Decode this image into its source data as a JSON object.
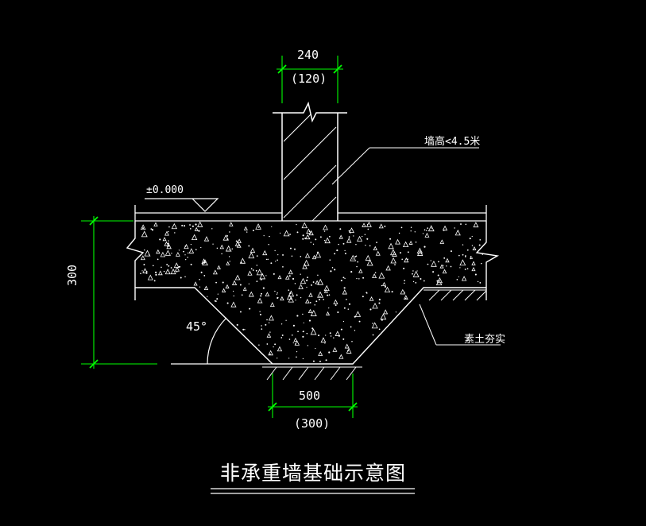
{
  "drawing": {
    "title": "非承重墙基础示意图",
    "wall_width": "240",
    "wall_width_alt": "(120)",
    "wall_height_note": "墙高<4.5米",
    "level_mark": "±0.000",
    "depth": "300",
    "angle": "45°",
    "bottom_width": "500",
    "bottom_width_alt": "(300)",
    "soil_note": "素土夯实"
  },
  "colors": {
    "background": "#000000",
    "lines": "#ffffff",
    "dimensions": "#00ff00"
  }
}
